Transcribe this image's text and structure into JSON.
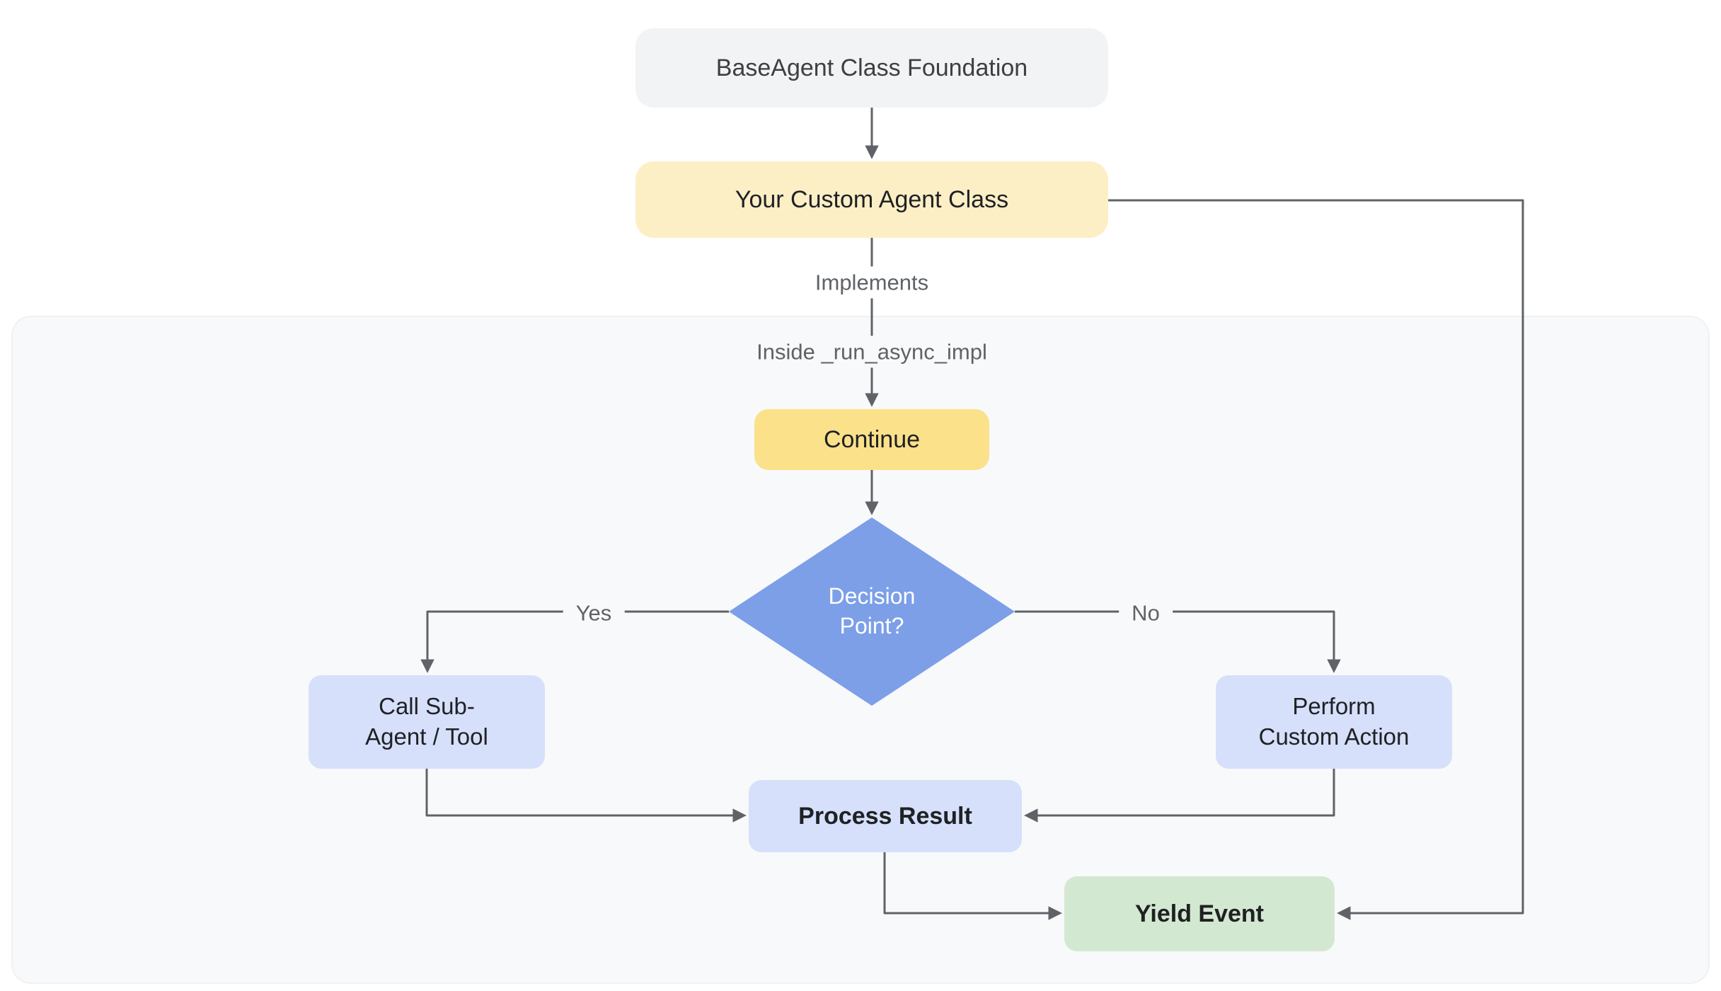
{
  "diagram": {
    "nodes": {
      "base_agent": {
        "label": "BaseAgent Class Foundation"
      },
      "custom_agent": {
        "label": "Your Custom Agent Class"
      },
      "continue_step": {
        "label": "Continue"
      },
      "decision": {
        "label": "Decision\nPoint?"
      },
      "call_sub_agent": {
        "label": "Call Sub-\nAgent / Tool"
      },
      "perform_custom_action": {
        "label": "Perform\nCustom Action"
      },
      "process_result": {
        "label": "Process Result"
      },
      "yield_event": {
        "label": "Yield Event"
      }
    },
    "edge_labels": {
      "implements": "Implements",
      "inside_impl": "Inside _run_async_impl",
      "yes": "Yes",
      "no": "No"
    },
    "colors": {
      "node_gray": "#F1F3F4",
      "node_pale_yellow": "#FCEFC5",
      "node_yellow": "#FBE18A",
      "node_blue": "#7C9FE8",
      "node_periwinkle": "#D6E0FB",
      "node_green": "#D3E8D0",
      "connector": "#5F6368",
      "panel_bg": "#F8F9FA",
      "edge_label_text": "#5F6368"
    }
  }
}
